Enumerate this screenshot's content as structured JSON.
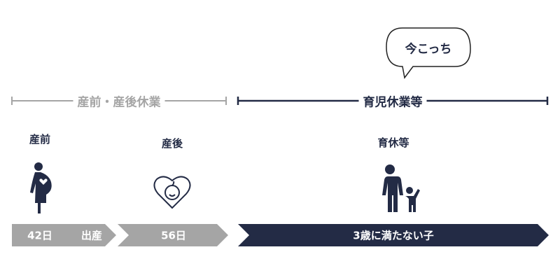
{
  "colors": {
    "navy": "#232b45",
    "gray": "#a5a5a5"
  },
  "bubble": {
    "text": "今こっち"
  },
  "sections": {
    "maternity": "産前・産後休業",
    "childcare": "育児休業等"
  },
  "phases": {
    "prenatal": "産前",
    "postnatal": "産後",
    "childcare": "育休等"
  },
  "bars": {
    "prenatal_days": "42日",
    "birth": "出産",
    "postnatal_days": "56日",
    "childcare_period": "3歳に満たない子"
  },
  "icons": [
    "pregnant-woman-icon",
    "baby-heart-icon",
    "parent-child-icon"
  ]
}
